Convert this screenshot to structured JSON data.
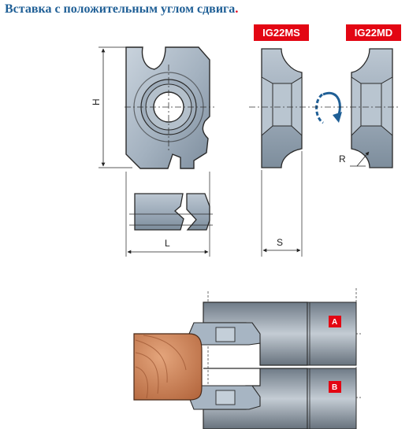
{
  "title": "Вставка с положительным углом сдвига",
  "title_dot": ".",
  "badges": {
    "ms": "IG22MS",
    "md": "IG22MD"
  },
  "dimensions": {
    "height": "H",
    "length": "L",
    "thickness": "S",
    "radius": "R"
  },
  "positions": {
    "a": "A",
    "b": "B"
  },
  "colors": {
    "accent": "#e30613",
    "title": "#1f5f96",
    "steel": "#a9b6c3",
    "wood": "#c87f58"
  }
}
